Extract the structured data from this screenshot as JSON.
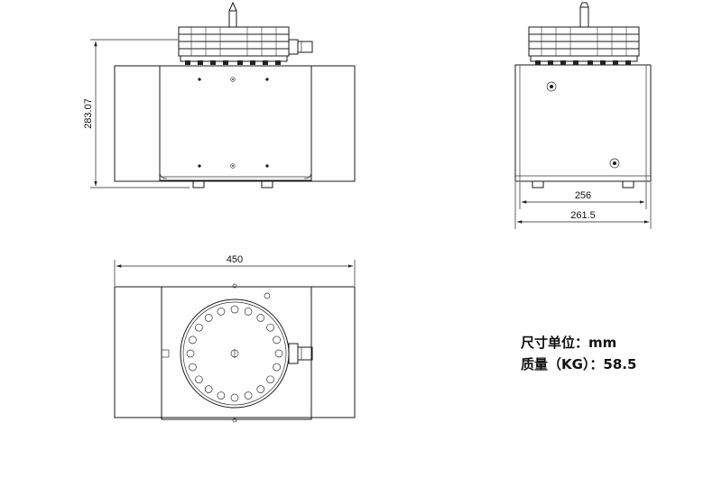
{
  "drawing": {
    "dimensions": {
      "height": "283.07",
      "depth": "256",
      "depth_overall": "261.5",
      "width": "450"
    },
    "notes": {
      "unit_line": "尺寸单位：mm",
      "weight_line": "质量（KG）：58.5"
    }
  }
}
